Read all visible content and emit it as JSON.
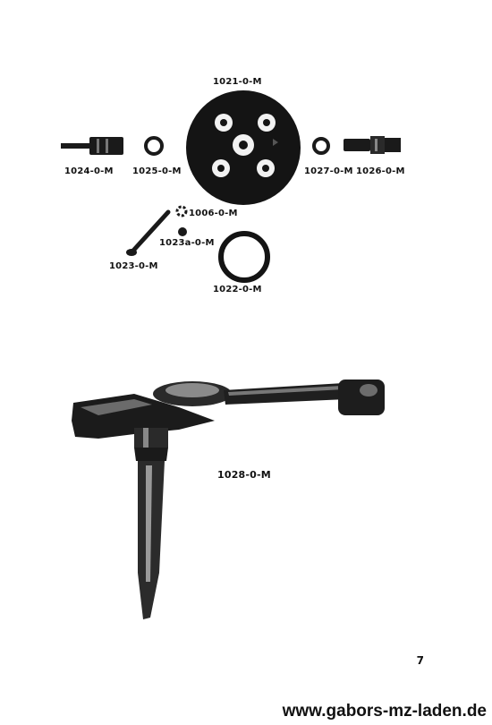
{
  "labels": {
    "p1021": "1021-0-M",
    "p1024": "1024-0-M",
    "p1025": "1025-0-M",
    "p1027": "1027-0-M",
    "p1026": "1026-0-M",
    "p1006": "1006-0-M",
    "p1023a": "1023a-0-M",
    "p1023": "1023-0-M",
    "p1022": "1022-0-M",
    "p1028": "1028-0-M"
  },
  "page_number": "7",
  "footer": {
    "url": "www.gabors-mz-laden.de"
  }
}
